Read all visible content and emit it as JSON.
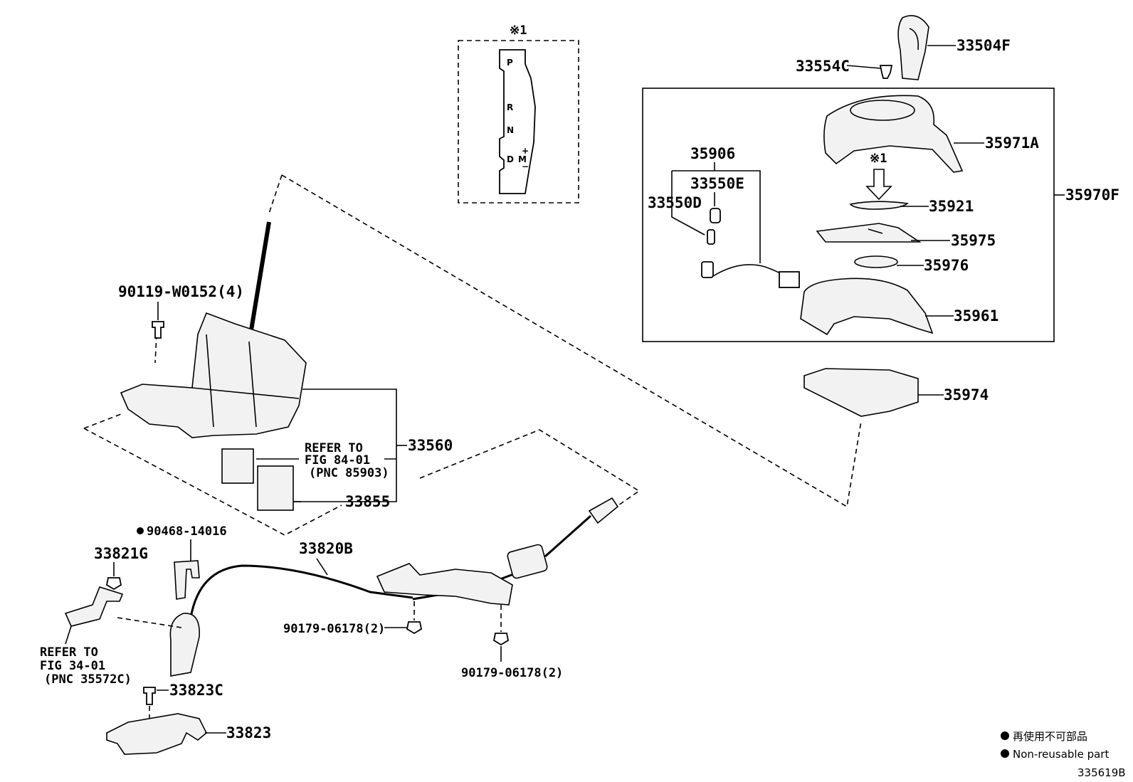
{
  "diagram": {
    "figure_code": "335619B",
    "legend": {
      "jp": "再使用不可部品",
      "en": "Non-reusable part"
    },
    "note_mark": "※1",
    "gate_letters": {
      "p": "P",
      "r": "R",
      "n": "N",
      "d": "D",
      "m": "M",
      "plus": "+",
      "minus": "−"
    },
    "parts": {
      "p33504F": "33504F",
      "p33554C": "33554C",
      "p35971A": "35971A",
      "p35970F": "35970F",
      "p35906": "35906",
      "p33550E": "33550E",
      "p33550D": "33550D",
      "p35921": "35921",
      "p35975": "35975",
      "p35976": "35976",
      "p35961": "35961",
      "p35974": "35974",
      "p90119": "90119-W0152(4)",
      "p33560": "33560",
      "p33855": "33855",
      "p90468": "90468-14016",
      "p33821G": "33821G",
      "p33820B": "33820B",
      "p90179a": "90179-06178(2)",
      "p90179b": "90179-06178(2)",
      "p33823C": "33823C",
      "p33823": "33823"
    },
    "refs": {
      "r1_line1": "REFER TO",
      "r1_line2": "FIG 84-01",
      "r1_line3": "(PNC 85903)",
      "r2_line1": "REFER TO",
      "r2_line2": "FIG 34-01",
      "r2_line3": "(PNC 35572C)"
    }
  }
}
